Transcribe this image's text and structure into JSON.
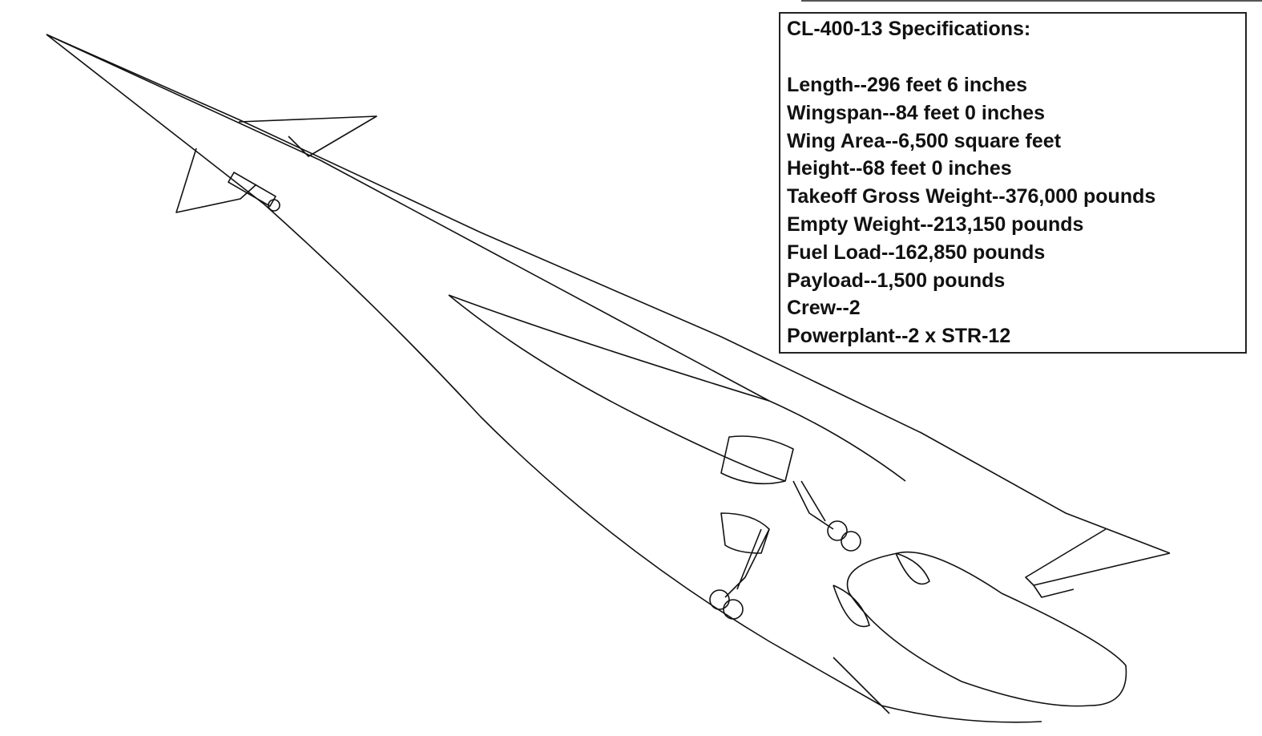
{
  "specs": {
    "title": "CL-400-13 Specifications:",
    "items": [
      "Length--296 feet 6 inches",
      "Wingspan--84 feet 0 inches",
      "Wing Area--6,500 square feet",
      "Height--68 feet 0 inches",
      "Takeoff Gross Weight--376,000 pounds",
      "Empty Weight--213,150 pounds",
      "Fuel Load--162,850 pounds",
      "Payload--1,500 pounds",
      "Crew--2",
      "Powerplant--2 x STR-12"
    ]
  }
}
